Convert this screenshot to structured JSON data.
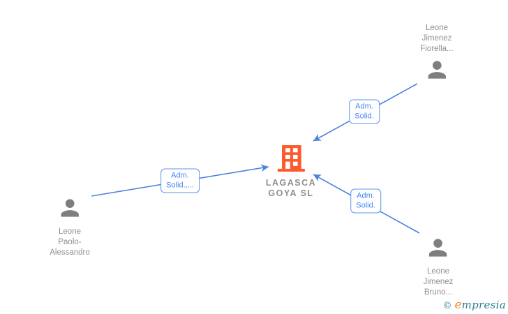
{
  "diagram": {
    "company": {
      "full_name": "LAGASCA GOYA SL",
      "name_lines": [
        "LAGASCA",
        "GOYA  SL"
      ]
    },
    "persons": [
      {
        "full_name": "Leone Jimenez Fiorella...",
        "name_lines": [
          "Leone",
          "Jimenez",
          "Fiorella..."
        ]
      },
      {
        "full_name": "Leone Paolo-Alessandro",
        "name_lines": [
          "Leone",
          "Paolo-",
          "Alessandro"
        ]
      },
      {
        "full_name": "Leone Jimenez Bruno...",
        "name_lines": [
          "Leone",
          "Jimenez",
          "Bruno..."
        ]
      }
    ],
    "edges": [
      {
        "from": "Leone Jimenez Fiorella...",
        "to": "LAGASCA GOYA SL",
        "label_lines": [
          "Adm.",
          "Solid."
        ]
      },
      {
        "from": "Leone Paolo-Alessandro",
        "to": "LAGASCA GOYA SL",
        "label_lines": [
          "Adm.",
          "Solid.,..."
        ]
      },
      {
        "from": "Leone Jimenez Bruno...",
        "to": "LAGASCA GOYA SL",
        "label_lines": [
          "Adm.",
          "Solid."
        ]
      }
    ]
  },
  "watermark": {
    "copyright_symbol": "©",
    "brand_first_letter": "e",
    "brand_rest": "mpresia"
  },
  "colors": {
    "edge_blue": "#4d82e0",
    "label_text": "#4285f4",
    "label_border": "#5b94ee",
    "building_orange": "#fb5b2e",
    "person_gray": "#7e7e7e",
    "name_gray": "#8f8f8f",
    "watermark_teal": "#2a7d8e",
    "watermark_orange": "#f08a2e"
  }
}
